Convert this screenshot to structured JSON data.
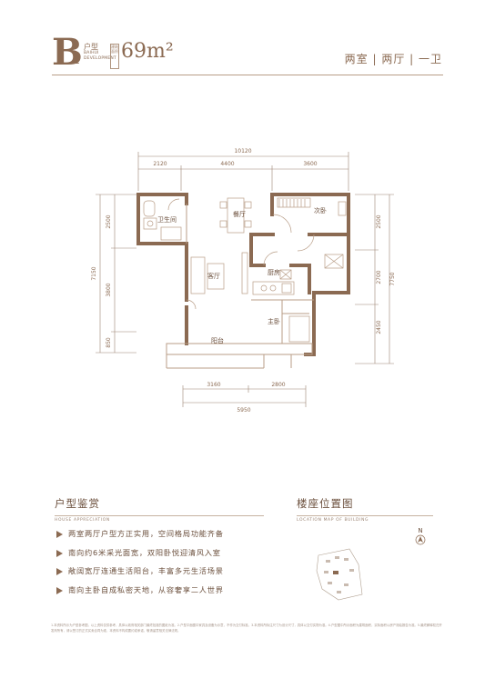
{
  "header": {
    "type_letter": "B",
    "type_sub": "1",
    "type_label_cn": "户型",
    "type_label_en": "BAIHUI DEVELOPMENT",
    "area_tag": "建筑面积",
    "area": "69m²",
    "layout_summary": "两室 | 两厅 | 一卫"
  },
  "floorplan": {
    "dimensions": {
      "total_width": "10120",
      "top_segments": [
        "2120",
        "4400",
        "3600"
      ],
      "left_total": "7150",
      "left_segments": [
        "2500",
        "3800",
        "850"
      ],
      "right_total": "7750",
      "right_segments": [
        "2500",
        "2700",
        "2450"
      ],
      "bottom_segments": [
        "3160",
        "2800"
      ],
      "bottom_total": "5950"
    },
    "rooms": {
      "bathroom": "卫生间",
      "dining": "餐厅",
      "second_bedroom": "次卧",
      "living": "客厅",
      "kitchen": "厨房",
      "master_bedroom": "主卧",
      "balcony": "阳台"
    }
  },
  "appreciation": {
    "title": "户型鉴赏",
    "subtitle": "HOUSE APPRECIATION",
    "items": [
      "两室两厅户型方正实用，空间格局功能齐备",
      "南向约6米采光面宽，双阳卧悦迎清风入室",
      "敞阔宽厅连通生活阳台，丰富多元生活场景",
      "南向主卧自成私密天地，从容奢享二人世界"
    ]
  },
  "location": {
    "title": "楼座位置图",
    "subtitle": "LOCATION MAP OF BUILDING",
    "north": "N"
  },
  "disclaimer": "1.本资料所示为户型参考图，以上资料仅供参考，具体以政府相关部门最终批准的图纸为准。2.户型平面图中家具及设备为示意，不作为交付标准。3.本资料所标注尺寸为设计尺寸，具体以交付实物为准。4.户型图中所示面积为建筑面积，实际面积以房产测绘报告为准。5.最终解释权归开发商所有，请以签订的正式买卖合同为准，本资料不构成要约或承诺，敬请留意相关法律法规。"
}
